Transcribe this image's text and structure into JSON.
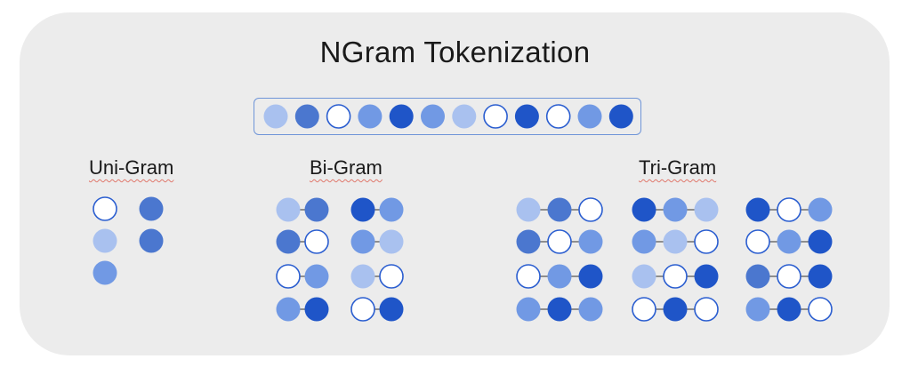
{
  "title": "NGram Tokenization",
  "labels": {
    "uni": "Uni-Gram",
    "bi": "Bi-Gram",
    "tri": "Tri-Gram"
  },
  "colors": {
    "light": "#a9c1ef",
    "medium": "#7199e4",
    "steel": "#4b77cf",
    "dark": "#1f55c8",
    "outline": "#2b5ed0",
    "link": "#555555"
  },
  "sequence": [
    "light",
    "steel",
    "hollow",
    "medium",
    "dark",
    "medium",
    "light",
    "hollow",
    "dark",
    "hollow",
    "medium",
    "dark"
  ],
  "unigrams": [
    [
      "hollow"
    ],
    [
      "steel"
    ],
    [
      "light"
    ],
    [
      "steel"
    ],
    [
      "medium"
    ]
  ],
  "bigrams": [
    [
      "light",
      "steel"
    ],
    [
      "dark",
      "medium"
    ],
    [
      "steel",
      "hollow"
    ],
    [
      "medium",
      "light"
    ],
    [
      "hollow",
      "medium"
    ],
    [
      "light",
      "hollow"
    ],
    [
      "medium",
      "dark"
    ],
    [
      "hollow",
      "dark"
    ]
  ],
  "trigrams": [
    [
      "light",
      "steel",
      "hollow"
    ],
    [
      "dark",
      "medium",
      "light"
    ],
    [
      "dark",
      "hollow",
      "medium"
    ],
    [
      "steel",
      "hollow",
      "medium"
    ],
    [
      "medium",
      "light",
      "hollow"
    ],
    [
      "hollow",
      "medium",
      "dark"
    ],
    [
      "hollow",
      "medium",
      "dark"
    ],
    [
      "light",
      "hollow",
      "dark"
    ],
    [
      "steel",
      "hollow",
      "dark"
    ],
    [
      "medium",
      "dark",
      "medium"
    ],
    [
      "hollow",
      "dark",
      "hollow"
    ],
    [
      "medium",
      "dark",
      "hollow"
    ]
  ]
}
